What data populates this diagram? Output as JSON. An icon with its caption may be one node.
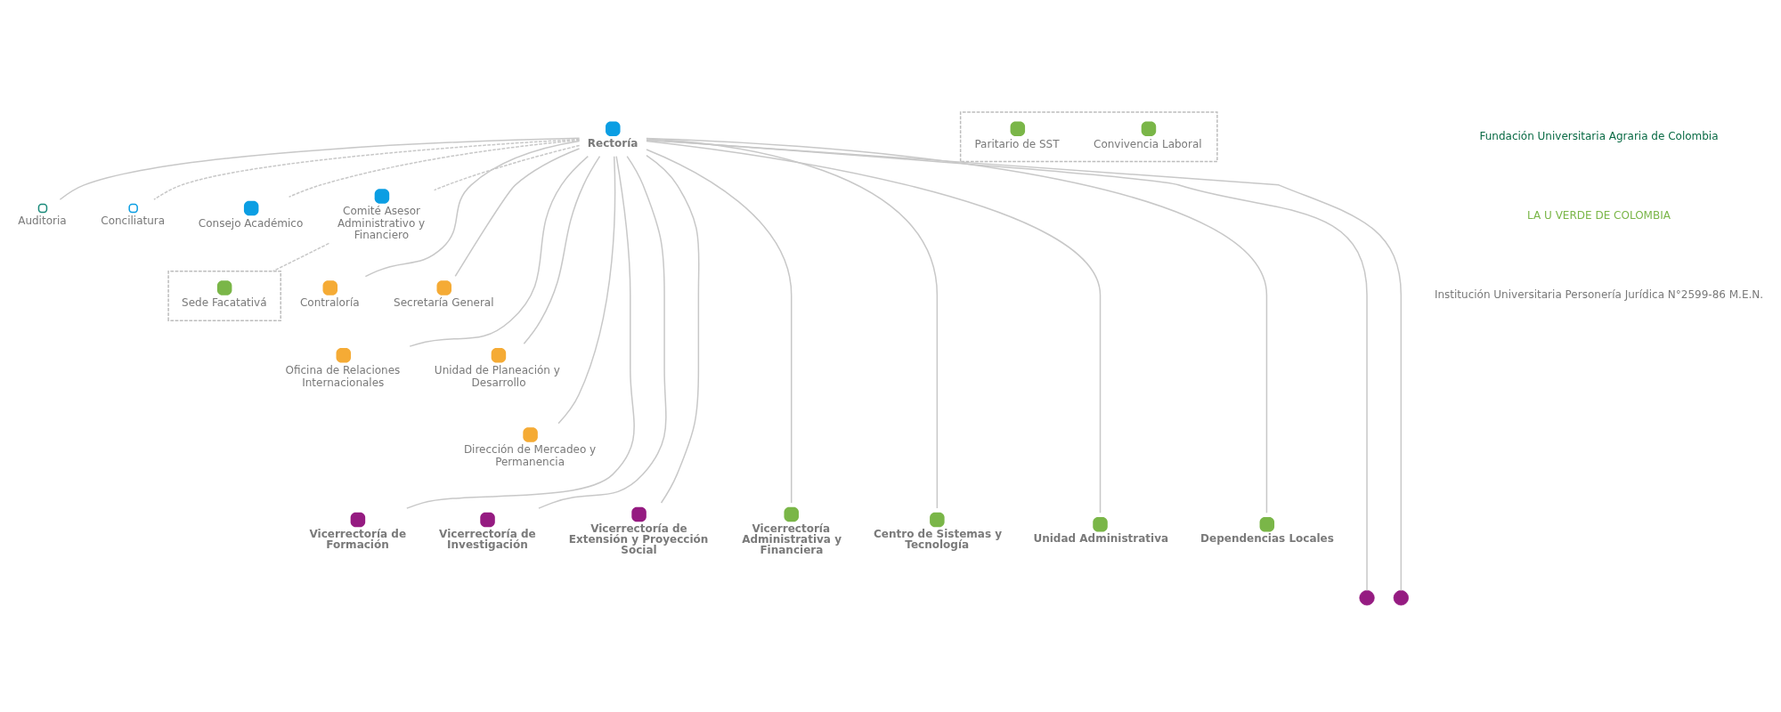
{
  "diagram": {
    "nodes": [
      {
        "text": [],
        "shape": "box"
      },
      {
        "text": [
          "Sede Facatativá"
        ],
        "in": 0
      },
      {
        "text": [],
        "shape": "box"
      },
      {
        "text": [
          "Convivencia Laboral"
        ],
        "in": 2
      },
      {
        "text": [
          "Paritario de SST"
        ],
        "in": 2
      },
      {
        "text": [
          "Auditoria"
        ]
      },
      {
        "text": [
          "Rectoría"
        ]
      },
      {
        "text": [
          "Conciliatura"
        ]
      },
      {
        "text": [
          "Consejo Académico"
        ]
      },
      {
        "text": [
          "Comité Asesor Administrativo y Financiero"
        ]
      },
      {
        "text": [
          "Contraloría"
        ]
      },
      {
        "text": [
          "Secretaría General"
        ]
      },
      {
        "text": [
          "Oficina de Relaciones Internacionales"
        ]
      },
      {
        "text": [
          "Unidad de Planeación y Desarrollo"
        ]
      },
      {
        "text": [
          "Dirección de Mercadeo y Permanencia"
        ]
      },
      {
        "text": [
          "Vicerrectoría de Formación"
        ]
      },
      {
        "text": [
          "Vicerrectoría de Investigación"
        ]
      },
      {
        "text": [
          "Vicerrectoría de Extensión y Proyección Social"
        ]
      },
      {
        "text": [
          "Vicerrectoría Administrativa y Financiera"
        ]
      },
      {
        "text": [
          "Centro de Sistemas y Tecnología"
        ]
      },
      {
        "text": [
          "Unidad Administrativa"
        ]
      },
      {
        "text": [
          "Dependencias Locales"
        ]
      },
      {
        "text": [],
        "shape": "circle"
      },
      {
        "text": [],
        "shape": "circle"
      }
    ],
    "edges": [
      {
        "from": 6,
        "to": 5,
        "arrow": "none"
      },
      {
        "from": 6,
        "to": 7,
        "arrow": "none",
        "style": "dashed"
      },
      {
        "from": 6,
        "to": 8,
        "arrow": "none",
        "style": "dashed"
      },
      {
        "from": 6,
        "to": 9,
        "arrow": "none",
        "style": "dashed"
      },
      {
        "from": 9,
        "to": 0,
        "arrow": "none",
        "style": "dashed"
      },
      {
        "from": 6,
        "to": 10,
        "arrow": "none"
      },
      {
        "from": 6,
        "to": 11,
        "arrow": "none"
      },
      {
        "from": 6,
        "to": 12,
        "arrow": "none"
      },
      {
        "from": 6,
        "to": 13,
        "arrow": "none"
      },
      {
        "from": 6,
        "to": 14,
        "arrow": "none"
      },
      {
        "from": 6,
        "to": 15,
        "arrow": "none"
      },
      {
        "from": 6,
        "to": 16,
        "arrow": "none"
      },
      {
        "from": 6,
        "to": 17,
        "arrow": "none"
      },
      {
        "from": 6,
        "to": 18,
        "arrow": "none"
      },
      {
        "from": 6,
        "to": 19,
        "arrow": "none"
      },
      {
        "from": 6,
        "to": 20,
        "arrow": "none"
      },
      {
        "from": 6,
        "to": 21,
        "arrow": "none"
      },
      {
        "from": 6,
        "to": 22,
        "arrow": "none"
      },
      {
        "from": 6,
        "to": 23,
        "arrow": "none"
      }
    ],
    "labels": [
      "Fundación Universitaria Agraria de Colombia",
      "LA U VERDE DE COLOMBIA",
      "Institución Universitaria Personería Jurídica N°2599-86 M.E.N."
    ]
  }
}
